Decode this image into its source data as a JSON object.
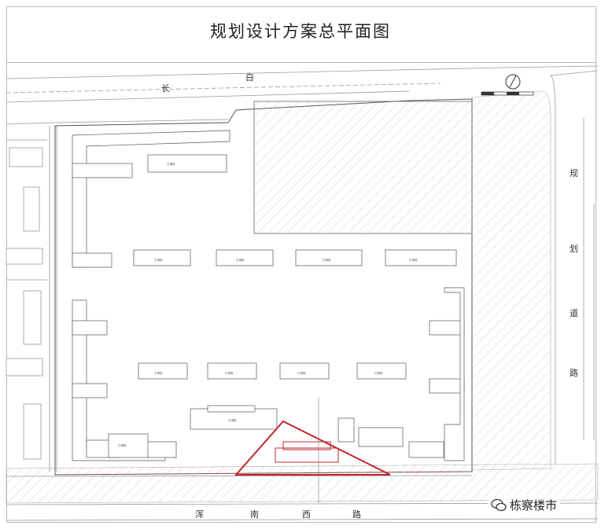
{
  "title": "规划设计方案总平面图",
  "roads": {
    "north": [
      "长",
      "白"
    ],
    "east": [
      "规",
      "划",
      "道",
      "路"
    ],
    "south": [
      "浑",
      "南",
      "西",
      "路"
    ]
  },
  "watermark": "栋察楼市",
  "building_label": "已审批"
}
